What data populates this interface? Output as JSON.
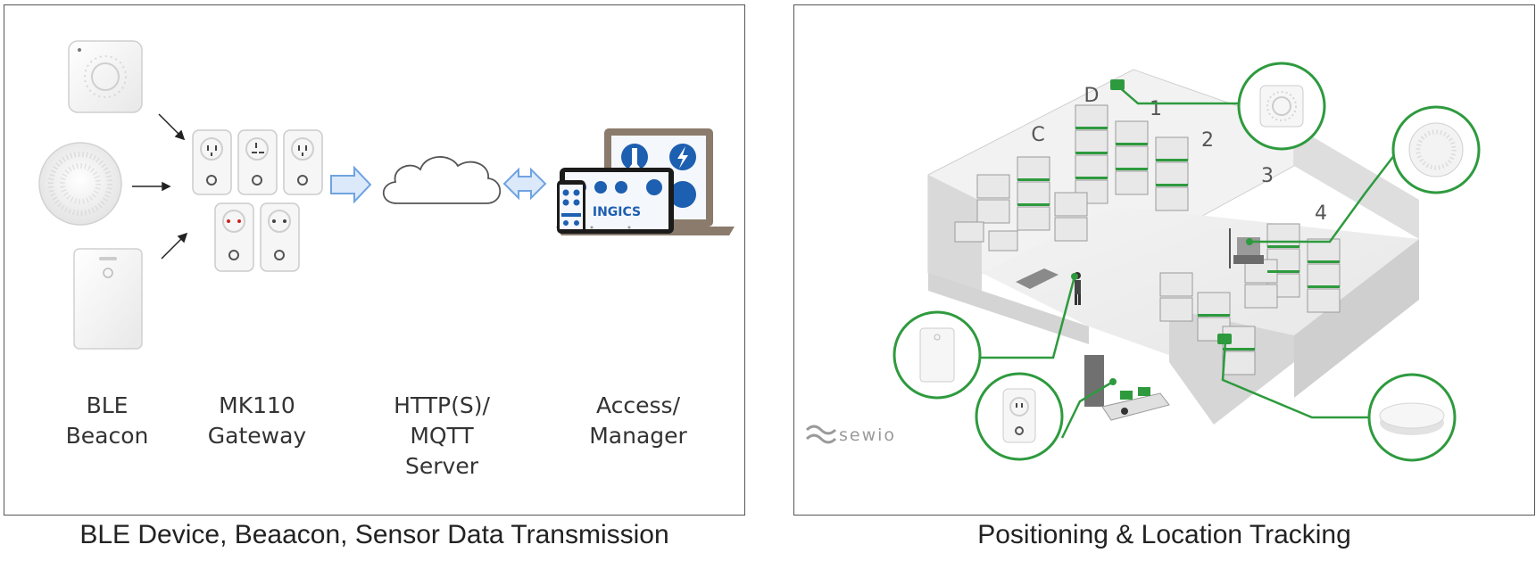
{
  "left": {
    "stages": [
      {
        "lines": [
          "BLE",
          "Beacon"
        ]
      },
      {
        "lines": [
          "MK110",
          "Gateway"
        ]
      },
      {
        "lines": [
          "HTTP(S)/",
          "MQTT",
          "Server"
        ]
      },
      {
        "lines": [
          "Access/",
          "Manager"
        ]
      }
    ],
    "brand_on_screen": "INGICS",
    "caption": "BLE Device, Beaacon, Sensor Data Transmission"
  },
  "right": {
    "zone_labels": [
      "D",
      "C",
      "1",
      "2",
      "3",
      "4"
    ],
    "watermark": "sewio",
    "caption": "Positioning & Location Tracking"
  },
  "colors": {
    "frame": "#555555",
    "arrow_fill": "#dbe9fb",
    "arrow_stroke": "#6fa3e0",
    "tracking_green": "#2e9a3e",
    "caption_text": "#222222"
  }
}
